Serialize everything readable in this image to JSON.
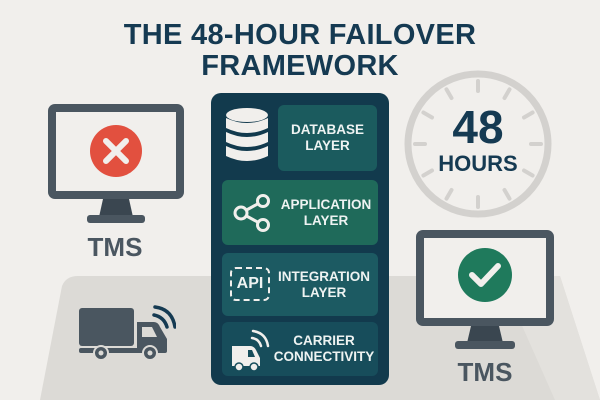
{
  "title": {
    "line1": "THE 48-HOUR FAILOVER",
    "line2": "FRAMEWORK"
  },
  "left_system": {
    "label": "TMS",
    "status": "failed",
    "status_icon": "x-circle-icon",
    "status_color": "#e2503f"
  },
  "right_system": {
    "label": "TMS",
    "status": "restored",
    "status_icon": "check-circle-icon",
    "status_color": "#1f7a5c"
  },
  "clock": {
    "number": "48",
    "unit": "HOURS"
  },
  "carrier_truck": {
    "icon": "connected-truck-icon"
  },
  "layers": [
    {
      "line1": "DATABASE",
      "line2": "LAYER",
      "icon": "database-icon",
      "color": "#1b5b5e"
    },
    {
      "line1": "APPLICATION",
      "line2": "LAYER",
      "icon": "share-nodes-icon",
      "color": "#1f6a5a"
    },
    {
      "line1": "INTEGRATION",
      "line2": "LAYER",
      "icon": "api-icon",
      "icon_text": "API",
      "color": "#1c5a62"
    },
    {
      "line1": "CARRIER",
      "line2": "CONNECTIVITY",
      "icon": "connected-truck-icon",
      "color": "#174d5b"
    }
  ],
  "colors": {
    "background": "#f1efec",
    "panel": "#123a4d",
    "title": "#153a52",
    "monitor": "#4a5660",
    "clock_ring": "#d3d1ce"
  }
}
